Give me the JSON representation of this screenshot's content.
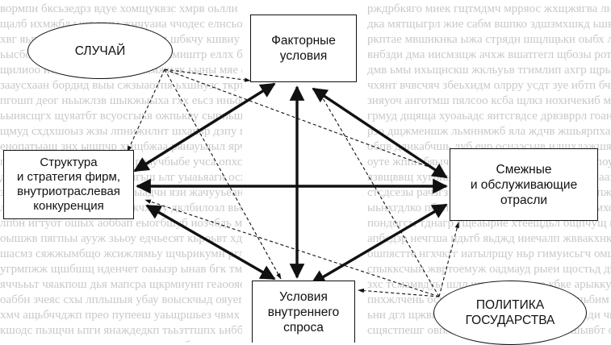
{
  "nodes": {
    "factor_conditions": "Факторные\nусловия",
    "firm_strategy": "Структура\nи стратегия фирм,\nвнутриотраслевая\nконкуренция",
    "related_industries": "Смежные\nи обслуживающие\nотрасли",
    "demand_conditions": "Условия\nвнутреннего\nспроса",
    "chance": "СЛУЧАЙ",
    "government": "ПОЛИТИКА\nГОСУДАРСТВА"
  },
  "relations": {
    "solid_bidirectional": [
      [
        "factor_conditions",
        "firm_strategy"
      ],
      [
        "factor_conditions",
        "related_industries"
      ],
      [
        "factor_conditions",
        "demand_conditions"
      ],
      [
        "firm_strategy",
        "related_industries"
      ],
      [
        "firm_strategy",
        "demand_conditions"
      ],
      [
        "related_industries",
        "demand_conditions"
      ]
    ],
    "dashed_from_chance": [
      "factor_conditions",
      "firm_strategy",
      "related_industries",
      "demand_conditions"
    ],
    "dashed_from_government": [
      "factor_conditions",
      "firm_strategy",
      "related_industries",
      "demand_conditions"
    ]
  }
}
